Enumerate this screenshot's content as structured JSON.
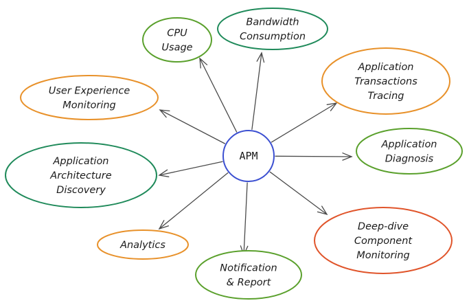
{
  "center": {
    "id": "apm",
    "label": "APM",
    "color": "#3b4fd1"
  },
  "colors": {
    "green": "#5aa02c",
    "teal": "#1f8a5a",
    "orange": "#e8912a",
    "red": "#e0542a",
    "edge": "#4a4a4a"
  },
  "nodes": [
    {
      "id": "cpu-usage",
      "lines": [
        "CPU",
        "Usage"
      ],
      "color_key": "green"
    },
    {
      "id": "bandwidth-consumption",
      "lines": [
        "Bandwidth",
        "Consumption"
      ],
      "color_key": "teal"
    },
    {
      "id": "application-transactions-tracing",
      "lines": [
        "Application",
        "Transactions",
        "Tracing"
      ],
      "color_key": "orange"
    },
    {
      "id": "user-experience-monitoring",
      "lines": [
        "User Experience",
        "Monitoring"
      ],
      "color_key": "orange"
    },
    {
      "id": "application-diagnosis",
      "lines": [
        "Application",
        "Diagnosis"
      ],
      "color_key": "green"
    },
    {
      "id": "application-architecture-discovery",
      "lines": [
        "Application",
        "Architecture",
        "Discovery"
      ],
      "color_key": "teal"
    },
    {
      "id": "deep-dive-component-monitoring",
      "lines": [
        "Deep-dive",
        "Component",
        "Monitoring"
      ],
      "color_key": "red"
    },
    {
      "id": "analytics",
      "lines": [
        "Analytics"
      ],
      "color_key": "orange"
    },
    {
      "id": "notification-report",
      "lines": [
        "Notification",
        "& Report"
      ],
      "color_key": "green"
    }
  ],
  "edges": [
    {
      "from": "apm",
      "to": "cpu-usage"
    },
    {
      "from": "apm",
      "to": "bandwidth-consumption"
    },
    {
      "from": "apm",
      "to": "application-transactions-tracing"
    },
    {
      "from": "apm",
      "to": "user-experience-monitoring"
    },
    {
      "from": "apm",
      "to": "application-diagnosis"
    },
    {
      "from": "apm",
      "to": "application-architecture-discovery"
    },
    {
      "from": "apm",
      "to": "deep-dive-component-monitoring"
    },
    {
      "from": "apm",
      "to": "analytics"
    },
    {
      "from": "apm",
      "to": "notification-report"
    }
  ]
}
